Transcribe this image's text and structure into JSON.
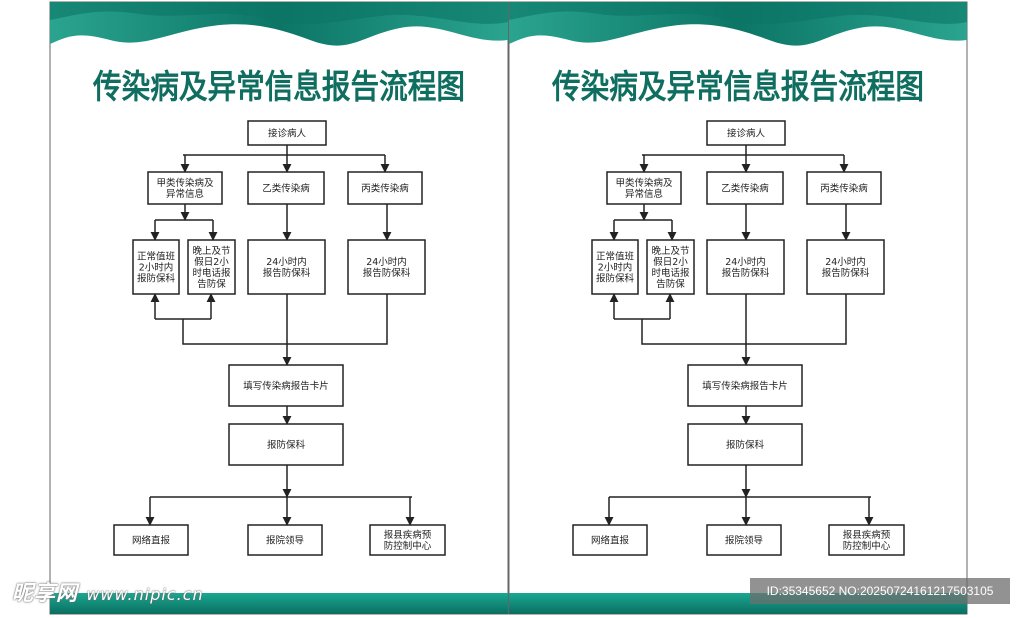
{
  "title": "传染病及异常信息报告流程图",
  "colors": {
    "title": "#0f6e5f",
    "wave_dark": "#0c7566",
    "wave_light": "#2aa48f",
    "footer": "#14957f",
    "line": "#222222"
  },
  "nodes": {
    "start": [
      "接诊病人"
    ],
    "classA": [
      "甲类传染病及",
      "异常信息"
    ],
    "classB": [
      "乙类传染病"
    ],
    "classC": [
      "丙类传染病"
    ],
    "dayShift": [
      "正常值班",
      "2小时内",
      "报防保科"
    ],
    "nightHoliday": [
      "晚上及节",
      "假日2小",
      "时电话报",
      "告防保"
    ],
    "report24B": [
      "24小时内",
      "报告防保科"
    ],
    "report24C": [
      "24小时内",
      "报告防保科"
    ],
    "fillCard": [
      "填写传染病报告卡片"
    ],
    "reportDept": [
      "报防保科"
    ],
    "network": [
      "网络直报"
    ],
    "leaders": [
      "报院领导"
    ],
    "county": [
      "报县疾病预",
      "防控制中心"
    ]
  },
  "watermark": {
    "logo": "昵享网",
    "url": "www.nipic.cn",
    "id": "ID:35345652 NO:20250724161217503105"
  }
}
